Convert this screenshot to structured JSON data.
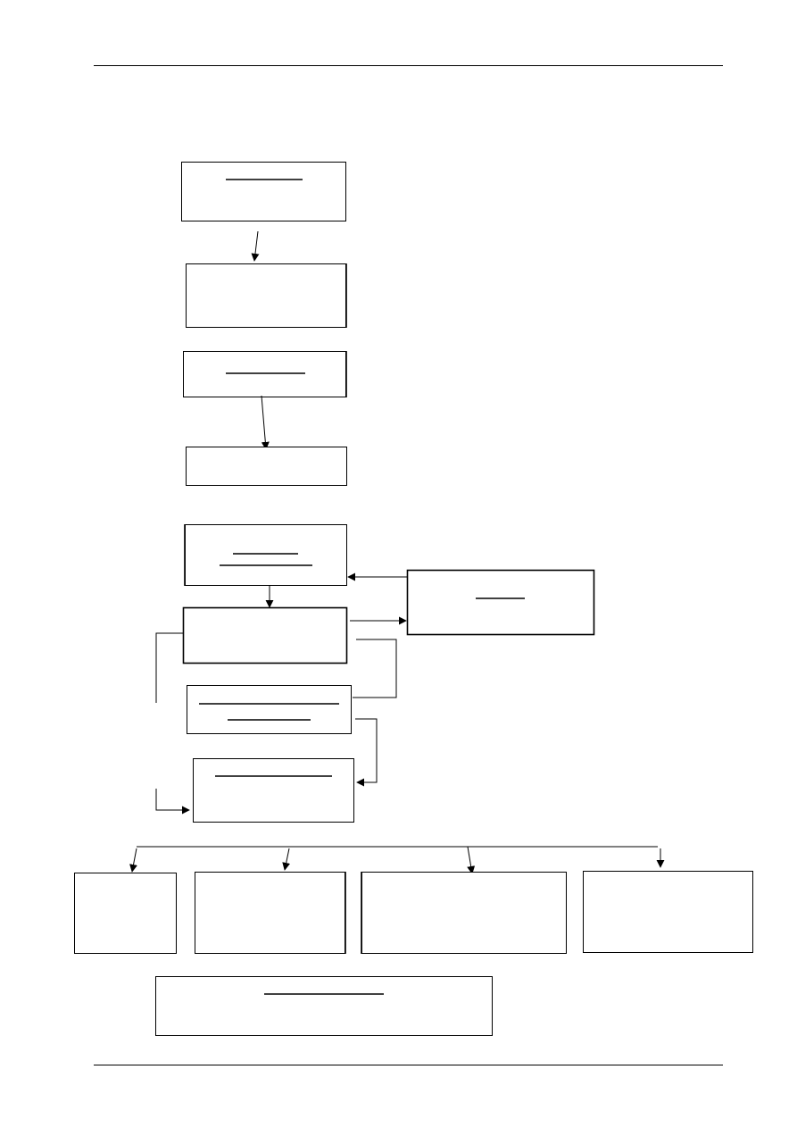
{
  "diagram": {
    "type": "flowchart",
    "line_color": "#000000",
    "background_color": "#ffffff",
    "nodes": [
      {
        "id": "node-1",
        "label": ""
      },
      {
        "id": "node-2",
        "label": ""
      },
      {
        "id": "node-3",
        "label": ""
      },
      {
        "id": "node-4",
        "label": ""
      },
      {
        "id": "node-5",
        "label": ""
      },
      {
        "id": "node-6",
        "label": ""
      },
      {
        "id": "node-7",
        "label": ""
      },
      {
        "id": "node-8",
        "label": ""
      },
      {
        "id": "node-9",
        "label": ""
      },
      {
        "id": "node-10",
        "label": ""
      },
      {
        "id": "node-11",
        "label": ""
      },
      {
        "id": "node-12",
        "label": ""
      },
      {
        "id": "node-13",
        "label": ""
      },
      {
        "id": "node-14",
        "label": ""
      }
    ],
    "edges": [
      {
        "from": "node-1",
        "to": "node-2"
      },
      {
        "from": "node-3",
        "to": "node-4"
      },
      {
        "from": "node-5",
        "to": "node-6"
      },
      {
        "from": "node-6",
        "to": "node-7"
      },
      {
        "from": "node-7",
        "to": "node-5"
      },
      {
        "from": "node-6",
        "to": "node-8"
      },
      {
        "from": "node-8",
        "to": "node-9"
      },
      {
        "from": "node-6",
        "to": "node-9"
      },
      {
        "from": "node-9",
        "to": "node-10"
      },
      {
        "from": "node-9",
        "to": "node-11"
      },
      {
        "from": "node-9",
        "to": "node-12"
      },
      {
        "from": "node-9",
        "to": "node-13"
      }
    ]
  }
}
